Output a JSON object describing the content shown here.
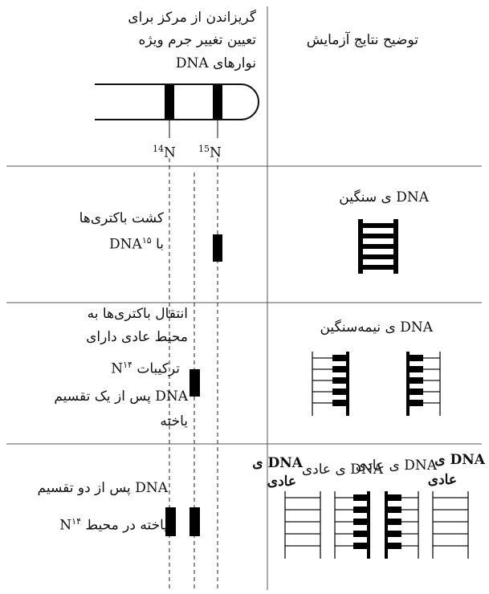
{
  "header": {
    "left_title": [
      "گریزاندن از مرکز برای",
      "تعیین تغییر جرم ویژه",
      "نوارهای DNA"
    ],
    "right_title": "توضیح نتایج آزمایش",
    "axis_label_14": "N",
    "axis_label_14_sup": "14",
    "axis_label_15": "N",
    "axis_label_15_sup": "15"
  },
  "rows": [
    {
      "left_lines": [
        "کشت باکتری‌ها",
        "با DNA"
      ],
      "left_sup": "۱۵",
      "right_label": "DNA ی سنگین"
    },
    {
      "left_lines": [
        "انتقال باکتری‌ها به",
        "محیط عادی دارای",
        "ترکیبات N",
        "DNA پس از یک تقسیم",
        "یاخته"
      ],
      "left_sup": "۱۴",
      "right_label": "DNA ی نیمه‌سنگین"
    },
    {
      "left_lines": [
        "DNA پس از دو تقسیم",
        "یاخته در محیط N"
      ],
      "left_sup": "۱۴",
      "right_labels": [
        "DNA ی",
        "عادی",
        "DNA ی عادی",
        "DNA ی عادی",
        "DNA ی",
        "عادی"
      ]
    }
  ],
  "colors": {
    "ink": "#111111",
    "line": "#333333",
    "band": "#000000"
  }
}
